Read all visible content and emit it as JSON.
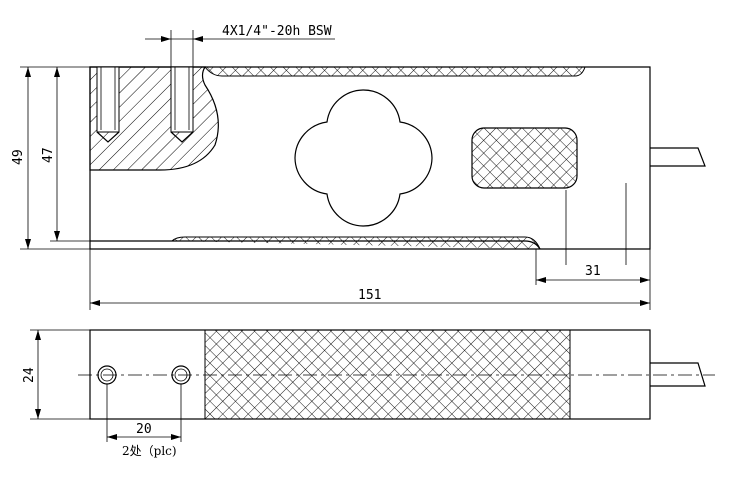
{
  "drawing": {
    "thread_note": "4X1/4\"-20h BSW",
    "dimensions": {
      "height_total": "49",
      "height_body": "47",
      "length_total": "151",
      "cable_offset": "31",
      "width": "24",
      "hole_spacing": "20"
    },
    "hole_note": "2处（plc)"
  }
}
